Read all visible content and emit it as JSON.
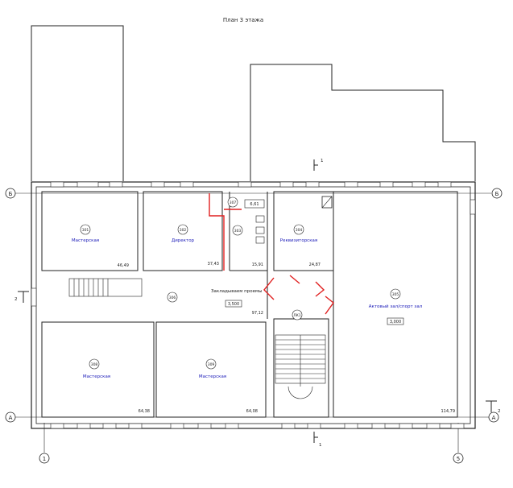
{
  "title": "План 3 этажа",
  "grid": {
    "rows": [
      "Б",
      "А"
    ],
    "cols": [
      "1",
      "5"
    ]
  },
  "section_marks": {
    "top": "1",
    "bottom": "1",
    "left": "2",
    "right": "2"
  },
  "rooms": [
    {
      "number": "301",
      "name": "Мастерская",
      "area": "46,49"
    },
    {
      "number": "302",
      "name": "Директор",
      "area": "37,43"
    },
    {
      "number": "303",
      "name": "",
      "area": "15,91"
    },
    {
      "number": "304",
      "name": "Реквизиторская",
      "area": "24,87"
    },
    {
      "number": "305",
      "name": "Актовый зал/спорт зал",
      "area": "114,79",
      "tag": "3,000"
    },
    {
      "number": "306",
      "name": "",
      "area": "97,12",
      "tag": "3,500"
    },
    {
      "number": "307",
      "name": "",
      "area": "6,61"
    },
    {
      "number": "308",
      "name": "Мастерская",
      "area": "64,38"
    },
    {
      "number": "309",
      "name": "Мастерская",
      "area": "64,08"
    },
    {
      "number": "ЛК1",
      "name": "",
      "area": ""
    }
  ],
  "note": "Закладываем проемы",
  "colors": {
    "line": "#1a1a1a",
    "room_name": "#1a1ab8",
    "demolition": "#e02020"
  }
}
